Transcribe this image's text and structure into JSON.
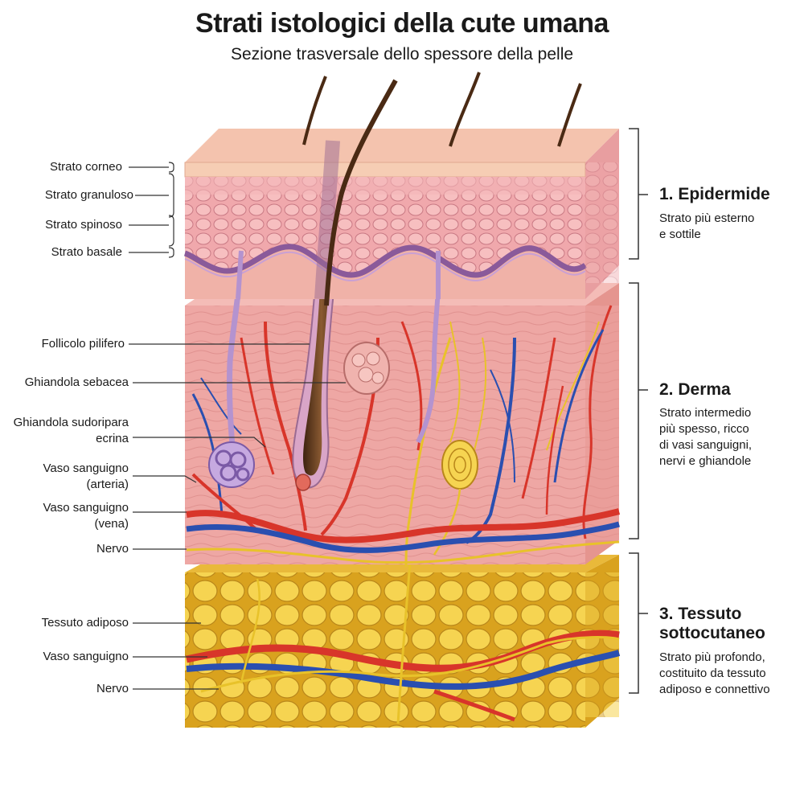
{
  "title": "Strati istologici della cute umana",
  "subtitle": "Sezione trasversale dello spessore della pelle",
  "left_labels": {
    "strato_corneo": "Strato corneo",
    "strato_granuloso": "Strato granuloso",
    "strato_spinoso": "Strato spinoso",
    "strato_basale": "Strato basale",
    "follicolo": "Follicolo pilifero",
    "ghiandola_sebacea": "Ghiandola sebacea",
    "ghiandola_sudoripara_1": "Ghiandola sudoripara",
    "ghiandola_sudoripara_2": "ecrina",
    "arteria_1": "Vaso sanguigno",
    "arteria_2": "(arteria)",
    "vena_1": "Vaso sanguigno",
    "vena_2": "(vena)",
    "nervo_derma": "Nervo",
    "tessuto_adiposo": "Tessuto adiposo",
    "vaso_sottocute": "Vaso sanguigno",
    "nervo_sottocute": "Nervo"
  },
  "sections": {
    "epidermide": {
      "title": "1. Epidermide",
      "desc": [
        "Strato più esterno",
        "e sottile"
      ]
    },
    "derma": {
      "title": "2. Derma",
      "desc": [
        "Strato intermedio",
        "più spesso, ricco",
        "di vasi sanguigni,",
        "nervi e ghiandole"
      ]
    },
    "sottocute": {
      "title": [
        "3. Tessuto",
        "sottocutaneo"
      ],
      "desc": [
        "Strato più profondo,",
        "costituito da tessuto",
        "adiposo e connettivo"
      ]
    }
  },
  "colors": {
    "epidermis": "#f2b3b0",
    "dermis": "#efaaa5",
    "fat": "#f4cf4a",
    "artery": "#d8352a",
    "vein": "#2a4fb0",
    "nerve": "#e8c22a",
    "hair": "#5a341c",
    "sweat_gland": "#b493cf"
  }
}
